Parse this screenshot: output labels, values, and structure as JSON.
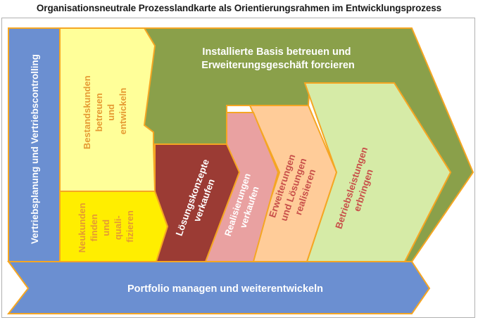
{
  "title": "Organisationsneutrale  Prozesslandkarte  als  Orientierungsrahmen  im  Entwicklungsprozess",
  "blocks": {
    "vertrieb": {
      "label": "Vertriebsplanung und Vertriebscontrolling"
    },
    "installierte_basis": {
      "lines": [
        "Installierte Basis betreuen und",
        "Erweiterungsgeschäft forcieren"
      ]
    },
    "bestandskunden": {
      "lines": [
        "Bestandskunden",
        "betreuen",
        "und",
        "entwickeln"
      ]
    },
    "neukunden": {
      "lines": [
        "Neukunden",
        "finden",
        "und",
        "quali-",
        "fizieren"
      ]
    },
    "loesungskonzepte": {
      "lines": [
        "Lösungskonzepte",
        "verkaufen"
      ]
    },
    "realisierungen": {
      "lines": [
        "Realisierungen",
        "verkaufen"
      ]
    },
    "erweiterungen": {
      "lines": [
        "Erweiterungen",
        "und Lösungen",
        "realisieren"
      ]
    },
    "betriebsleistungen": {
      "lines": [
        "Betriebsleistungen",
        "erbringen"
      ]
    },
    "portfolio": {
      "label": "Portfolio managen und weiterentwickeln"
    }
  },
  "colors": {
    "border": "#f5a623",
    "blue": "#6b8fd1",
    "olive": "#8aa04a",
    "light_yellow": "#ffff99",
    "yellow": "#ffee00",
    "dark_red": "#9b3b34",
    "pink": "#e9a1a1",
    "peach": "#ffcc99",
    "light_green": "#d6eba7",
    "orange_text": "#e59a33",
    "red_text": "#c8504a",
    "white_text": "#ffffff"
  }
}
